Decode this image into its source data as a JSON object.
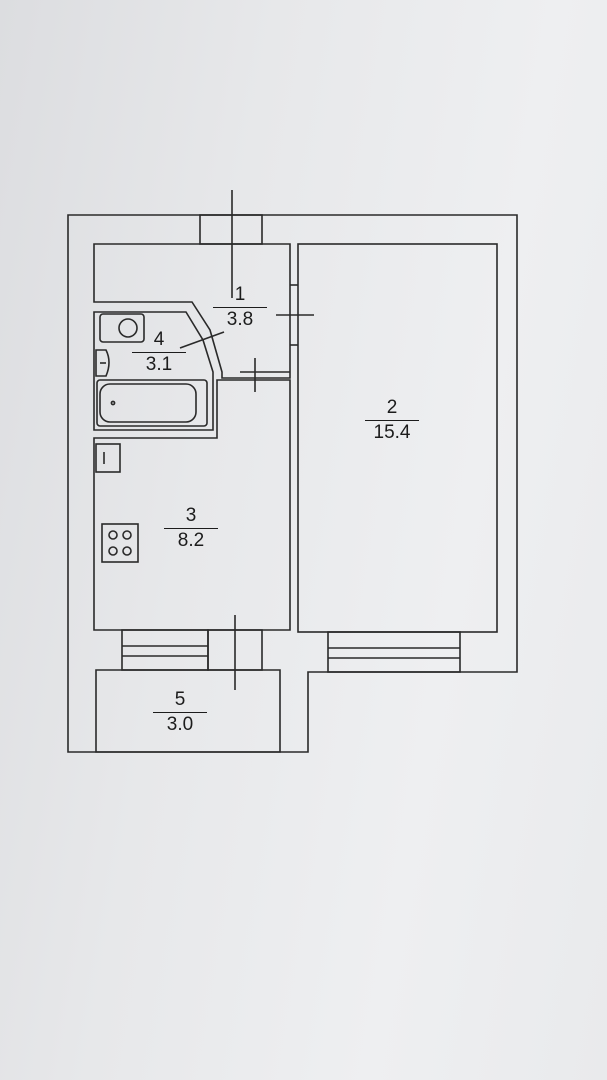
{
  "floor_plan": {
    "rooms": [
      {
        "id": "1",
        "number": "1",
        "area": "3.8"
      },
      {
        "id": "2",
        "number": "2",
        "area": "15.4"
      },
      {
        "id": "3",
        "number": "3",
        "area": "8.2"
      },
      {
        "id": "4",
        "number": "4",
        "area": "3.1"
      },
      {
        "id": "5",
        "number": "5",
        "area": "3.0"
      }
    ],
    "colors": {
      "line": "#2a2a2a",
      "paper": "#e9eaec"
    }
  }
}
